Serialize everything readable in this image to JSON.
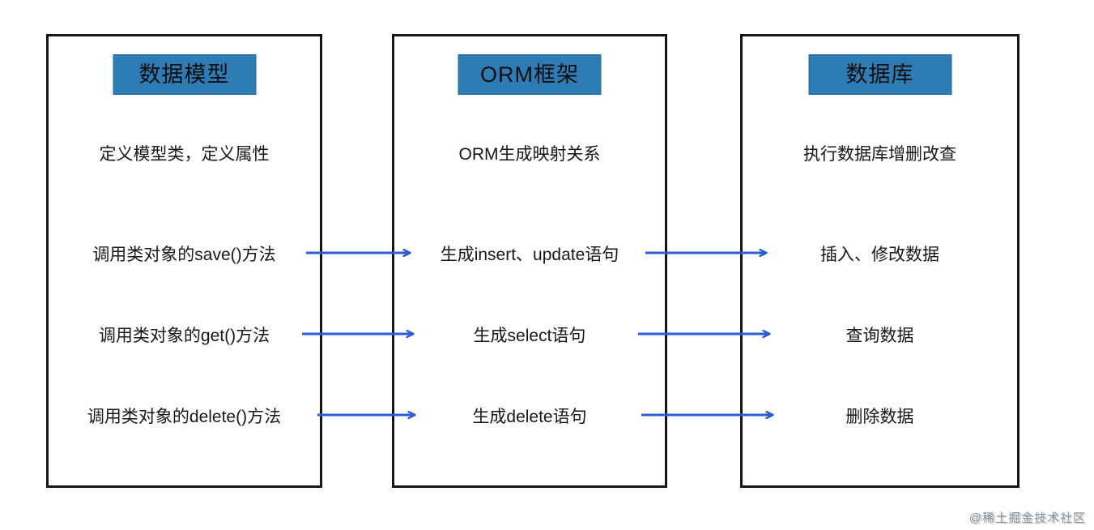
{
  "diagram_title": "ORM flow: data model to database",
  "colors": {
    "header_bg": "#2e7cb5",
    "header_border": "#2366a0",
    "box_border": "#151515",
    "arrow": "#2b5dd7",
    "watermark": "#7d848a"
  },
  "panels": [
    {
      "header": "数据模型",
      "description": "定义模型类，定义属性",
      "rows": [
        "调用类对象的save()方法",
        "调用类对象的get()方法",
        "调用类对象的delete()方法"
      ]
    },
    {
      "header": "ORM框架",
      "description": "ORM生成映射关系",
      "rows": [
        "生成insert、update语句",
        "生成select语句",
        "生成delete语句"
      ]
    },
    {
      "header": "数据库",
      "description": "执行数据库增删改查",
      "rows": [
        "插入、修改数据",
        "查询数据",
        "删除数据"
      ]
    }
  ],
  "watermark": {
    "text": "@稀土掘金技术社区"
  }
}
